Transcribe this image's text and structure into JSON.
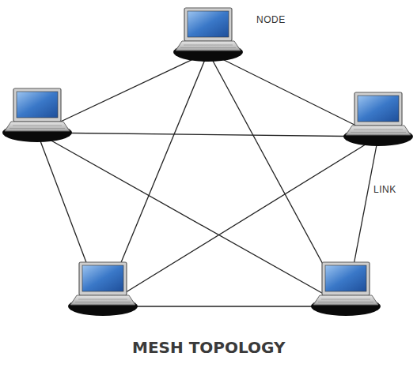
{
  "diagram": {
    "caption": "MESH TOPOLOGY",
    "labels": [
      "NODE",
      "LINK"
    ]
  }
}
